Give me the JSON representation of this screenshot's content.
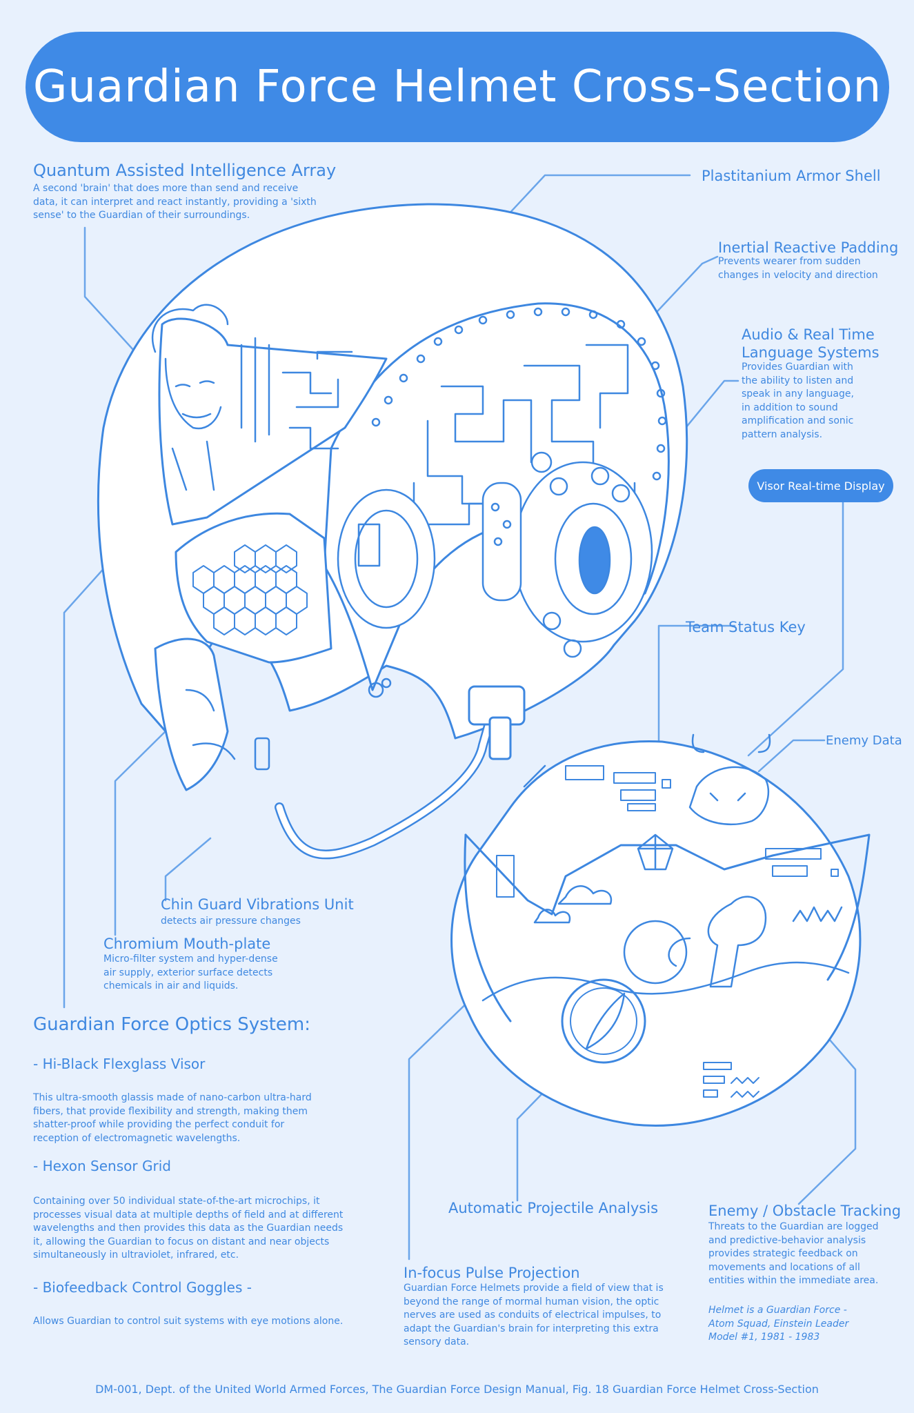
{
  "title": "Guardian Force Helmet Cross-Section",
  "labels": {
    "qai_title": "Quantum Assisted Intelligence Array",
    "qai_desc": "A second 'brain' that does more than send and receive data, it can interpret and react instantly, providing a 'sixth sense' to the Guardian of their surroundings.",
    "armor": "Plastitanium Armor Shell",
    "padding_title": "Inertial Reactive Padding",
    "padding_desc": "Prevents wearer from sudden changes in velocity and direction",
    "audio_title": "Audio & Real Time Language Systems",
    "audio_desc": "Provides Guardian with the ability to listen and speak in any language, in addition to sound amplification and sonic pattern analysis.",
    "visor_display": "Visor Real-time Display",
    "team_status": "Team Status Key",
    "enemy_data": "Enemy Data",
    "chin_title": "Chin Guard Vibrations Unit",
    "chin_desc": "detects air pressure changes",
    "mouth_title": "Chromium Mouth-plate",
    "mouth_desc": "Micro-filter system and hyper-dense air supply, exterior surface detects chemicals in air and liquids.",
    "projectile": "Automatic Projectile Analysis",
    "tracking_title": "Enemy / Obstacle Tracking",
    "tracking_desc": "Threats to the Guardian are logged and predictive-behavior analysis provides strategic feedback on movements and locations of all entities within the immediate area.",
    "pulse_title": "In-focus Pulse Projection",
    "pulse_desc": "Guardian Force Helmets provide a field of view that is beyond the range of mormal human vision, the optic nerves are used as conduits of electrical impulses, to adapt the Guardian's brain for interpreting this extra sensory data.",
    "credit": "Helmet is a Guardian Force - Atom Squad, Einstein Leader Model #1, 1981 - 1983"
  },
  "optics": {
    "heading": "Guardian Force Optics System:",
    "visor_title": "- Hi-Black Flexglass Visor",
    "visor_desc": "This ultra-smooth glassis made of nano-carbon ultra-hard fibers, that provide flexibility and strength, making them shatter-proof while providing the perfect conduit for reception of electromagnetic wavelengths.",
    "hexon_title": "- Hexon Sensor Grid",
    "hexon_desc": "Containing over 50 individual state-of-the-art microchips, it processes visual data at multiple depths of field and at different wavelengths and then provides this data as the Guardian needs it, allowing the Guardian to focus on distant and near objects simultaneously in ultraviolet, infrared, etc.",
    "bio_title": "- Biofeedback Control Goggles -",
    "bio_desc": "Allows Guardian to control suit systems with eye motions alone."
  },
  "footer": "DM-001, Dept. of the United World Armed Forces, The Guardian Force Design Manual, Fig. 18 Guardian Force Helmet Cross-Section",
  "colors": {
    "background": "#e8f1fd",
    "accent": "#3f8ae6",
    "line": "#3d87e0"
  }
}
